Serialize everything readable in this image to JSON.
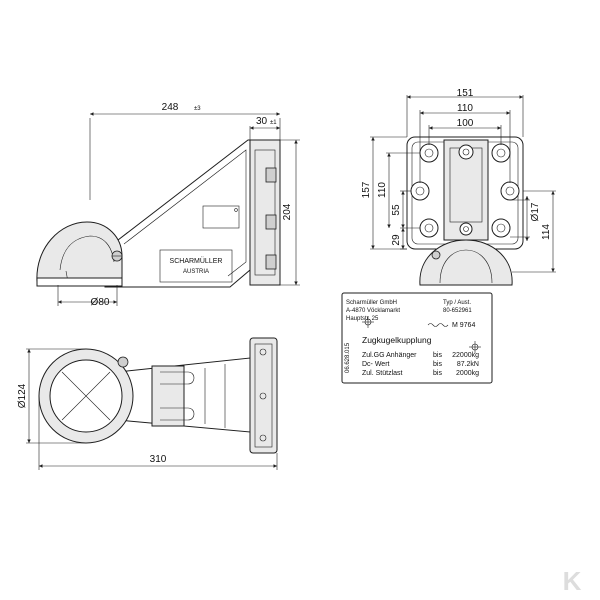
{
  "side_view": {
    "dim_width": "248",
    "dim_width_tol": "±3",
    "dim_flange": "30",
    "dim_flange_tol": "±1",
    "dim_height": "204",
    "dim_ball": "Ø80",
    "brand_label": "SCHARMÜLLER",
    "brand_sub": "AUSTRIA"
  },
  "front_view": {
    "dim_151": "151",
    "dim_110": "110",
    "dim_100": "100",
    "dim_157": "157",
    "dim_110v": "110",
    "dim_55": "55",
    "dim_29": "29",
    "dim_hole": "Ø17",
    "dim_114": "114"
  },
  "top_view": {
    "dim_diameter": "Ø124",
    "dim_length": "310"
  },
  "plate": {
    "company": "Scharmüller GmbH",
    "address1": "A-4870 Vöcklamarkt",
    "address2": "Hauptstr. 25",
    "type_label": "Typ / Aust.",
    "type_value": "80-652961",
    "approval": "M 9764",
    "product": "Zugkugelkupplung",
    "side_code": "06.628.015",
    "rows": [
      {
        "label": "Zul.GG Anhänger",
        "bis": "bis",
        "value": "22000kg"
      },
      {
        "label": "Dc- Wert",
        "bis": "bis",
        "value": "87.2kN"
      },
      {
        "label": "Zul. Stützlast",
        "bis": "bis",
        "value": "2000kg"
      }
    ]
  },
  "logo": "K"
}
